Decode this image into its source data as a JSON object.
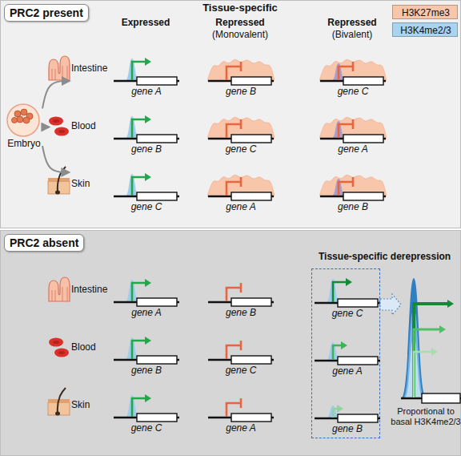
{
  "diagram": {
    "nodes": [
      {
        "text": [
          "PRC2 present"
        ]
      },
      {
        "text": [
          "Embryo"
        ],
        "in": 0
      },
      {
        "text": [
          "Intestine"
        ],
        "in": 0
      },
      {
        "text": [
          "Blood"
        ],
        "in": 0
      },
      {
        "text": [
          "Skin"
        ],
        "in": 0
      },
      {
        "text": [
          "gene A"
        ],
        "in": 0
      },
      {
        "text": [
          "gene B"
        ],
        "in": 0
      },
      {
        "text": [
          "gene C"
        ],
        "in": 0
      },
      {
        "text": [
          "gene B"
        ],
        "in": 0
      },
      {
        "text": [
          "gene C"
        ],
        "in": 0
      },
      {
        "text": [
          "gene A"
        ],
        "in": 0
      },
      {
        "text": [
          "gene C"
        ],
        "in": 0
      },
      {
        "text": [
          "gene A"
        ],
        "in": 0
      },
      {
        "text": [
          "gene B"
        ],
        "in": 0
      },
      {
        "text": [
          "PRC2 absent"
        ]
      },
      {
        "text": [
          "Intestine"
        ],
        "in": 14
      },
      {
        "text": [
          "Blood"
        ],
        "in": 14
      },
      {
        "text": [
          "Skin"
        ],
        "in": 14
      },
      {
        "text": [
          "gene A"
        ],
        "in": 14
      },
      {
        "text": [
          "gene B"
        ],
        "in": 14
      },
      {
        "text": [
          "gene B"
        ],
        "in": 14
      },
      {
        "text": [
          "gene C"
        ],
        "in": 14
      },
      {
        "text": [
          "gene C"
        ],
        "in": 14
      },
      {
        "text": [
          "gene A"
        ],
        "in": 14
      },
      {
        "text": [
          "Tissue-specific derepression"
        ],
        "in": 14
      },
      {
        "text": [
          "gene C"
        ],
        "in": 24
      },
      {
        "text": [
          "gene A"
        ],
        "in": 24
      },
      {
        "text": [
          "gene B"
        ],
        "in": 24
      },
      {
        "text": [
          "Proportional to basal H3K4me2/3"
        ],
        "in": 14
      }
    ],
    "edges": [
      {
        "from": 1,
        "to": 2,
        "arrow": "to"
      },
      {
        "from": 1,
        "to": 3,
        "arrow": "to"
      },
      {
        "from": 1,
        "to": 4,
        "arrow": "to"
      },
      {
        "from": 24,
        "to": 28,
        "arrow": "to"
      }
    ],
    "labels": [
      "Tissue-specific",
      "Expressed",
      "Repressed",
      "(Monovalent)",
      "Repressed",
      "(Bivalent)"
    ],
    "legend": [
      {
        "text": "H3K27me3",
        "color": "#f8c6aa"
      },
      {
        "text": "H3K4me2/3",
        "color": "#a9d3ef"
      }
    ]
  }
}
